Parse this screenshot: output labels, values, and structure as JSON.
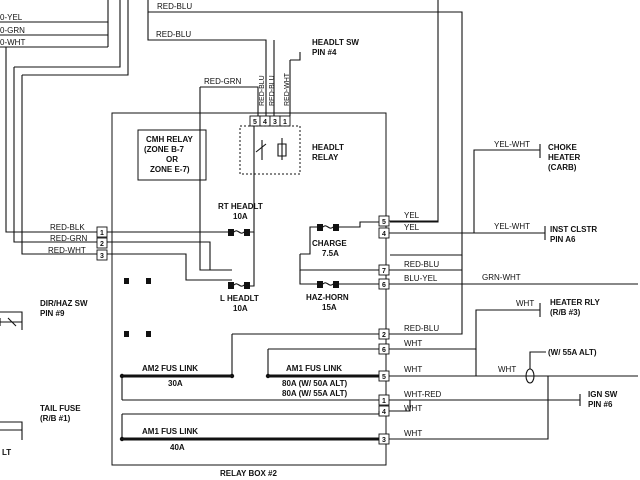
{
  "top_left": {
    "red_yel": "0-YEL",
    "red_grn": "0-GRN",
    "red_wht": "0-WHT"
  },
  "top_wires": {
    "red_blu_1": "RED-BLU",
    "red_blu_2": "RED-BLU",
    "red_grn": "RED-GRN"
  },
  "headlt_sw": {
    "line1": "HEADLT SW",
    "line2": "PIN #4"
  },
  "vertical_wires": [
    "RED-BLU",
    "RED-BLU",
    "RED-WHT"
  ],
  "relay_pins": [
    "5",
    "4",
    "3",
    "1"
  ],
  "headlt_relay": {
    "line1": "HEADLT",
    "line2": "RELAY"
  },
  "cmh_relay": {
    "line1": "CMH RELAY",
    "line2": "(ZONE B-7",
    "line3": "OR",
    "line4": "ZONE E-7)"
  },
  "left_inputs": {
    "labels": [
      "RED-BLK",
      "RED-GRN",
      "RED-WHT"
    ],
    "pins": [
      "1",
      "2",
      "3"
    ]
  },
  "fuses": {
    "rt_headlt": {
      "name": "RT HEADLT",
      "rating": "10A"
    },
    "l_headlt": {
      "name": "L HEADLT",
      "rating": "10A"
    },
    "charge": {
      "name": "CHARGE",
      "rating": "7.5A"
    },
    "haz_horn": {
      "name": "HAZ-HORN",
      "rating": "15A"
    }
  },
  "right_pins": {
    "upper": [
      "5",
      "4",
      "7",
      "6"
    ],
    "middle": [
      "2",
      "6"
    ],
    "lower": [
      "5",
      "1",
      "4",
      "3"
    ]
  },
  "right_wires": {
    "yel_1": "YEL",
    "yel_2": "YEL",
    "red_blu_1": "RED-BLU",
    "blu_yel": "BLU-YEL",
    "red_blu_2": "RED-BLU",
    "wht_1": "WHT",
    "wht_2": "WHT",
    "wht_red": "WHT-RED",
    "wht_3": "WHT",
    "wht_4": "WHT"
  },
  "choke_heater": {
    "wire": "YEL-WHT",
    "line1": "CHOKE",
    "line2": "HEATER",
    "line3": "(CARB)"
  },
  "inst_clstr": {
    "wire": "YEL-WHT",
    "line1": "INST CLSTR",
    "line2": "PIN A6"
  },
  "grn_wht": "GRN-WHT",
  "heater_rly": {
    "wire": "WHT",
    "line1": "HEATER RLY",
    "line2": "(R/B #3)"
  },
  "wht_mid": "WHT",
  "alt_note": "(W/ 55A ALT)",
  "ign_sw": {
    "line1": "IGN SW",
    "line2": "PIN #6"
  },
  "fusible_links": {
    "am2": {
      "name": "AM2 FUS LINK",
      "rating": "30A"
    },
    "am1a": {
      "name": "AM1 FUS LINK",
      "rating1": "80A (W/ 50A ALT)",
      "rating2": "80A (W/ 55A ALT)"
    },
    "am1b": {
      "name": "AM1 FUS LINK",
      "rating": "40A"
    }
  },
  "left_side": {
    "dir_haz_1": "DIR/HAZ SW",
    "dir_haz_2": "PIN #9",
    "tail_1": "TAIL FUSE",
    "tail_2": "(R/B #1)",
    "lt": "LT"
  },
  "relay_box": "RELAY BOX #2"
}
